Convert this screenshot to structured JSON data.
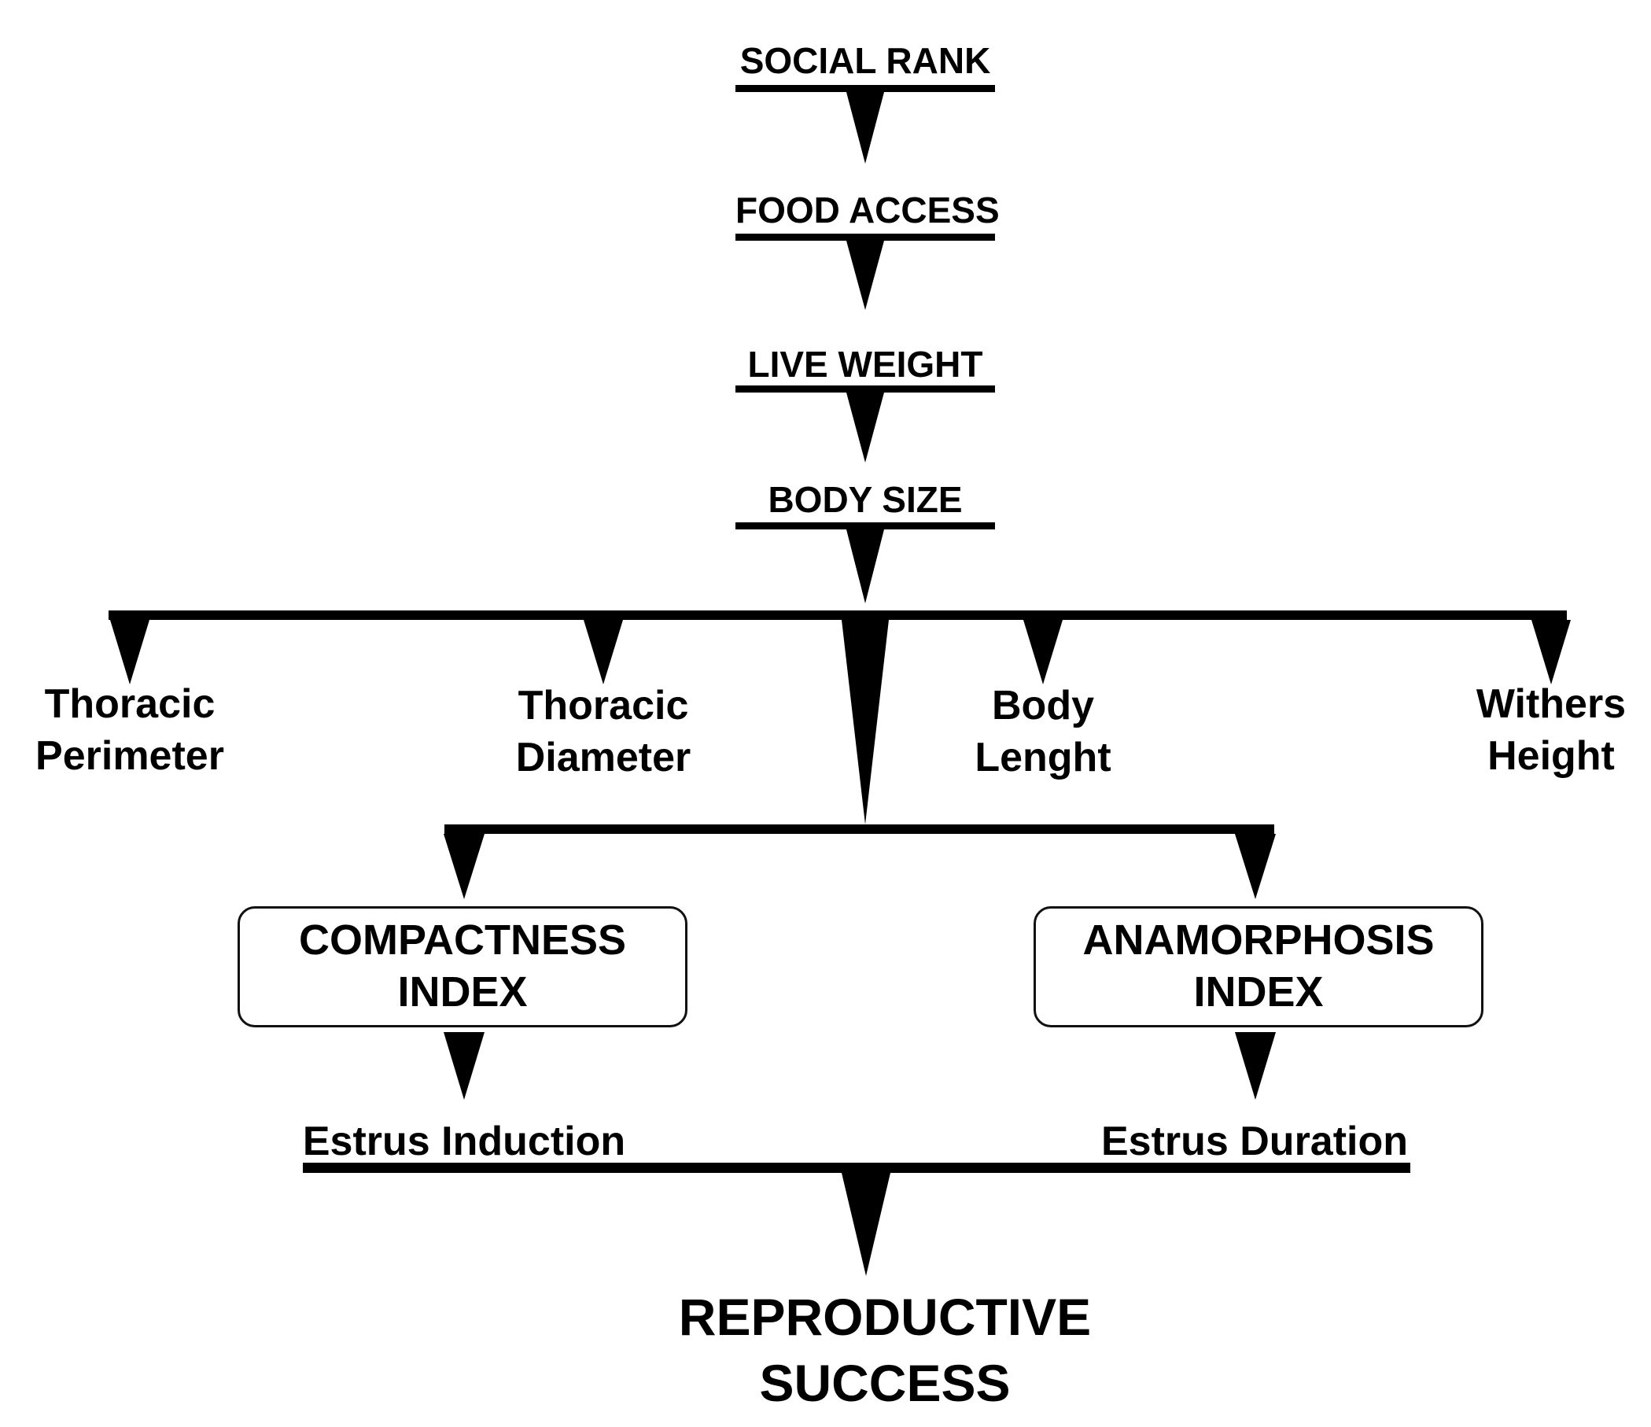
{
  "chain": [
    {
      "id": "social-rank",
      "label": "SOCIAL RANK"
    },
    {
      "id": "food-access",
      "label": "FOOD ACCESS"
    },
    {
      "id": "live-weight",
      "label": "LIVE WEIGHT"
    },
    {
      "id": "body-size",
      "label": "BODY SIZE"
    }
  ],
  "measurements": [
    {
      "id": "thoracic-perimeter",
      "label": "Thoracic\nPerimeter"
    },
    {
      "id": "thoracic-diameter",
      "label": "Thoracic\nDiameter"
    },
    {
      "id": "body-lenght",
      "label": "Body\nLenght"
    },
    {
      "id": "withers-height",
      "label": "Withers\nHeight"
    }
  ],
  "indices": [
    {
      "id": "compactness-index",
      "label": "COMPACTNESS\nINDEX"
    },
    {
      "id": "anamorphosis-index",
      "label": "ANAMORPHOSIS\nINDEX"
    }
  ],
  "estrus": [
    {
      "id": "estrus-induction",
      "label": "Estrus Induction"
    },
    {
      "id": "estrus-duration",
      "label": "Estrus Duration"
    }
  ],
  "outcome": {
    "label": "REPRODUCTIVE\nSUCCESS"
  },
  "colors": {
    "line": "#000000",
    "background": "#ffffff"
  }
}
